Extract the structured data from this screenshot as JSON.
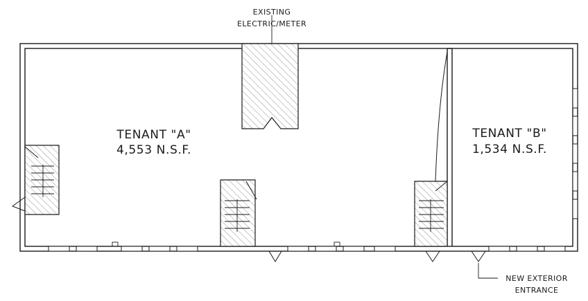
{
  "labels": {
    "electric_meter_line1": "EXISTING",
    "electric_meter_line2": "ELECTRIC/METER",
    "tenant_a_name": "TENANT \"A\"",
    "tenant_a_area": "4,553 N.S.F.",
    "tenant_b_name": "TENANT \"B\"",
    "tenant_b_area": "1,534 N.S.F.",
    "entrance_line1": "NEW EXTERIOR",
    "entrance_line2": "ENTRANCE"
  }
}
